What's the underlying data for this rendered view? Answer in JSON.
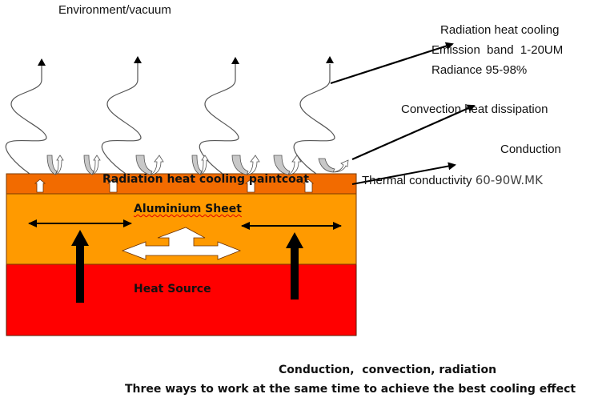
{
  "title": "Environment/vacuum",
  "annotations": {
    "radiation": {
      "line1": "Radiation heat cooling",
      "line2": "Emission  band  1-20UM",
      "line3": "Radiance 95-98%"
    },
    "convection": "Convection heat dissipation",
    "conduction": {
      "title": "Conduction",
      "label": "Thermal conductivity ",
      "value": "60-90W.MK"
    }
  },
  "layers": [
    {
      "name": "Radiation heat cooling paintcoat",
      "color": "#f26b00"
    },
    {
      "name": "Aluminium Sheet",
      "color": "#ff9a00"
    },
    {
      "name": "Heat Source",
      "color": "#ff0000"
    }
  ],
  "footer": {
    "line1": "Conduction,  convection, radiation",
    "line2": "Three ways to work at the same time to achieve the best cooling effect"
  }
}
